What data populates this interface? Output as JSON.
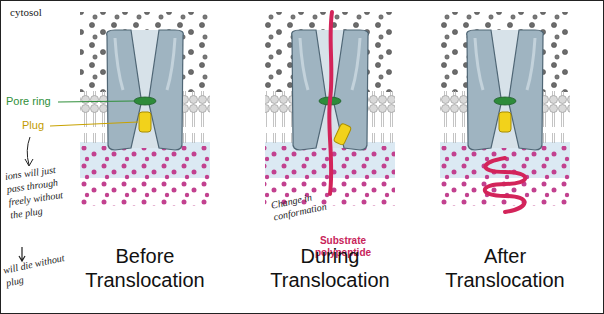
{
  "diagram": {
    "labels": [
      "cytosol",
      "Pore ring",
      "Plug",
      "ions will just pass through freely without the plug",
      "will die without plug",
      "Before Translocation",
      "Substrate polypeptide",
      "Change in conformation",
      "During Translocation",
      "After Translocation"
    ]
  }
}
